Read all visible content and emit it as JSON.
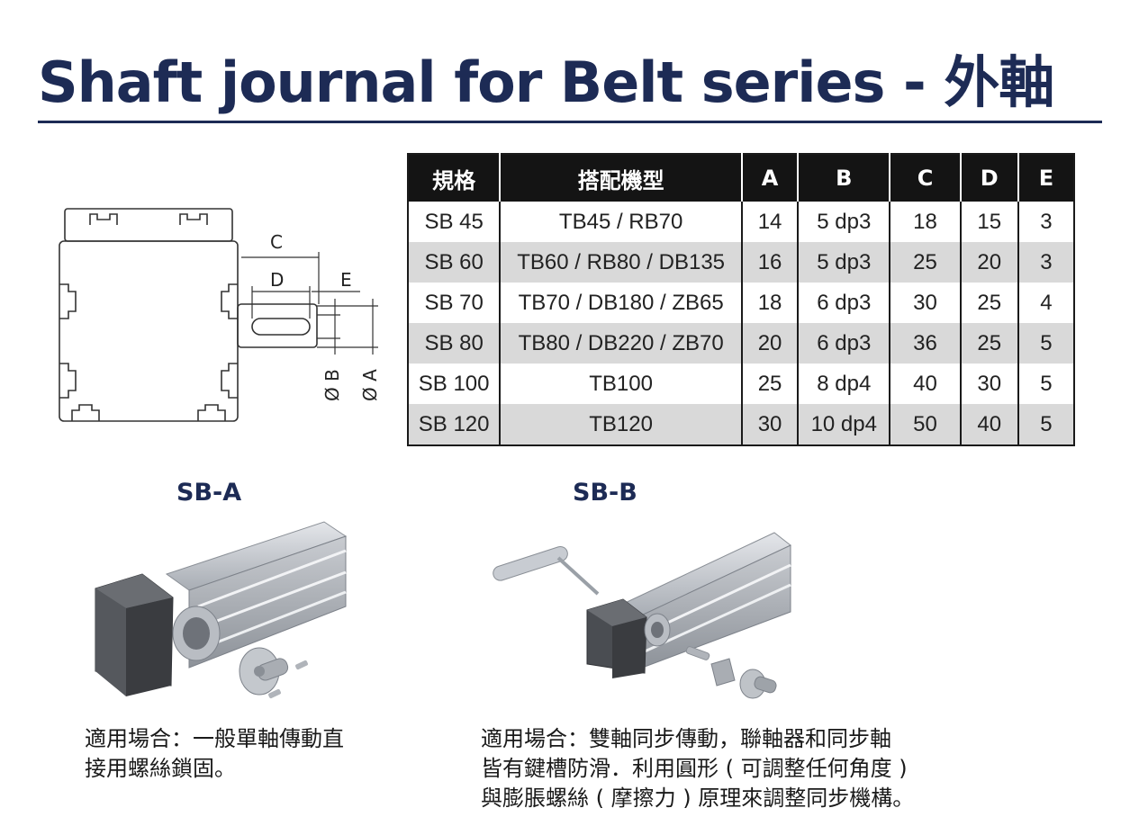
{
  "page_title": "Shaft journal for Belt series - 外軸",
  "table": {
    "headers": [
      "規格",
      "搭配機型",
      "A",
      "B",
      "C",
      "D",
      "E"
    ],
    "rows": [
      [
        "SB 45",
        "TB45 / RB70",
        "14",
        "5 dp3",
        "18",
        "15",
        "3"
      ],
      [
        "SB 60",
        "TB60 / RB80 / DB135",
        "16",
        "5 dp3",
        "25",
        "20",
        "3"
      ],
      [
        "SB 70",
        "TB70 / DB180 / ZB65",
        "18",
        "6 dp3",
        "30",
        "25",
        "4"
      ],
      [
        "SB 80",
        "TB80 / DB220 / ZB70",
        "20",
        "6 dp3",
        "36",
        "25",
        "5"
      ],
      [
        "SB 100",
        "TB100",
        "25",
        "8 dp4",
        "40",
        "30",
        "5"
      ],
      [
        "SB 120",
        "TB120",
        "30",
        "10 dp4",
        "50",
        "40",
        "5"
      ]
    ]
  },
  "drawing": {
    "labels": {
      "c": "C",
      "d": "D",
      "e": "E",
      "b": "Ø B",
      "a": "Ø A"
    }
  },
  "products": [
    {
      "name": "SB-A",
      "description_lines": [
        "適用場合：一般單軸傳動直",
        "接用螺絲鎖固。"
      ]
    },
    {
      "name": "SB-B",
      "description_lines": [
        "適用場合：雙軸同步傳動，聯軸器和同步軸",
        "皆有鍵槽防滑．利用圓形 ( 可調整任何角度 )",
        "與膨脹螺絲 ( 摩擦力 ) 原理來調整同步機構。"
      ]
    }
  ],
  "colors": {
    "title": "#1d2b55",
    "header_bg": "#141414",
    "alt_row": "#d9d9d9"
  }
}
